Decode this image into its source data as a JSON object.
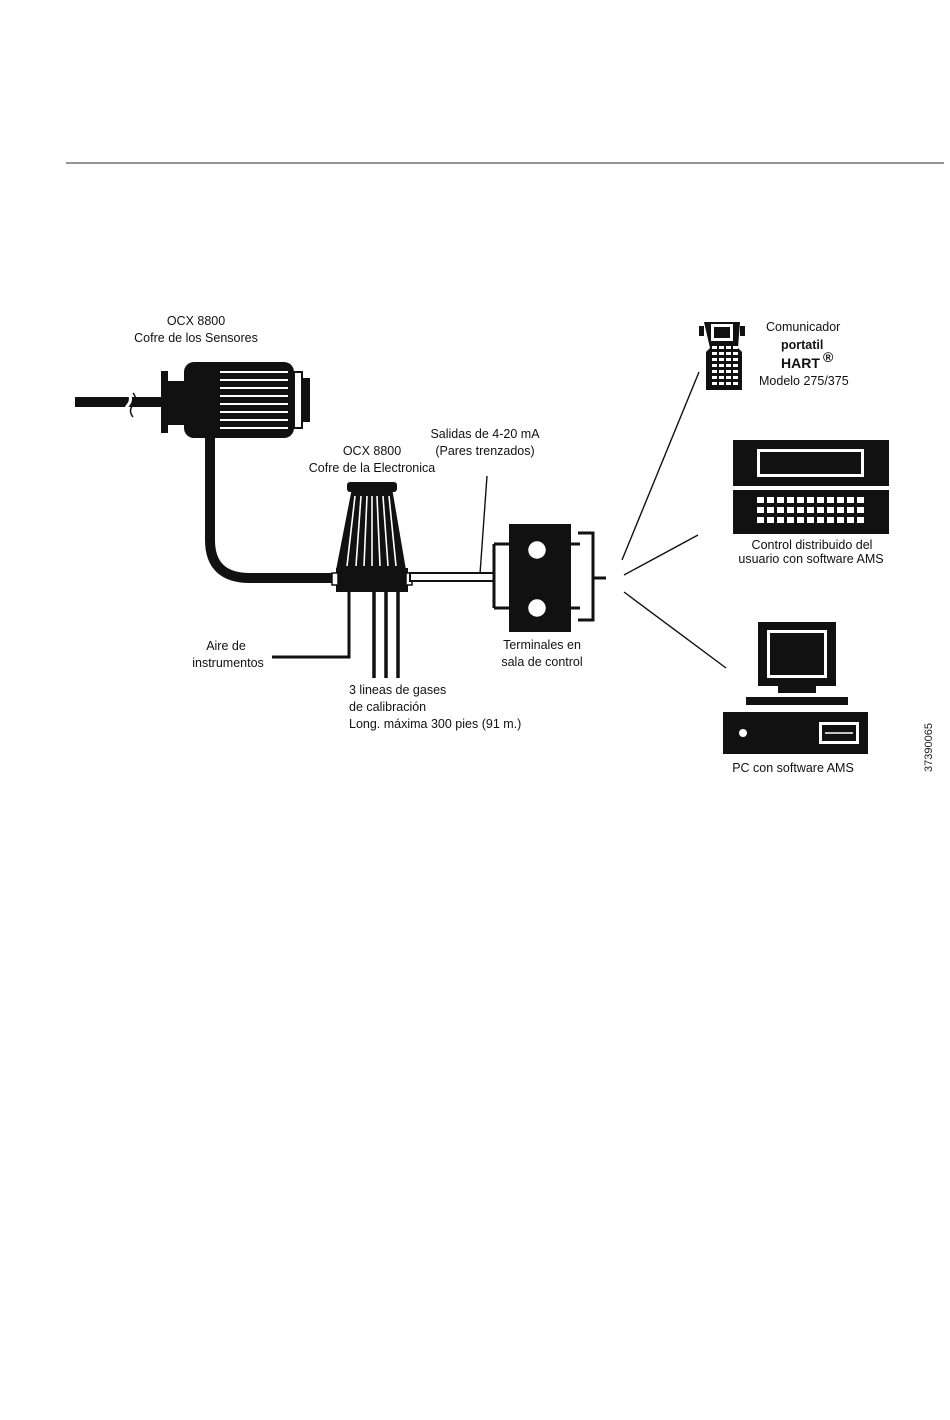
{
  "labels": {
    "sensor_line1": "OCX 8800",
    "sensor_line2": "Cofre de los Sensores",
    "electronics_line1": "OCX 8800",
    "electronics_line2": "Cofre de la Electronica",
    "outputs_line1": "Salidas de 4-20 mA",
    "outputs_line2": "(Pares trenzados)",
    "air_line1": "Aire de",
    "air_line2": "instrumentos",
    "gases_line1": "3 lineas de gases",
    "gases_line2": "de calibración",
    "gases_line3": "Long. máxima 300 pies (91 m.)",
    "terminals_line1": "Terminales en",
    "terminals_line2": "sala de control",
    "handheld_line1": "Comunicador",
    "handheld_line2": "portatil",
    "handheld_line3": "HART",
    "handheld_reg": "®",
    "handheld_line4": "Modelo 275/375",
    "dcs_line1": "Control distribuido del",
    "dcs_line2": "usuario con software AMS",
    "pc_line1": "PC con software AMS",
    "figure_id": "37390065"
  }
}
